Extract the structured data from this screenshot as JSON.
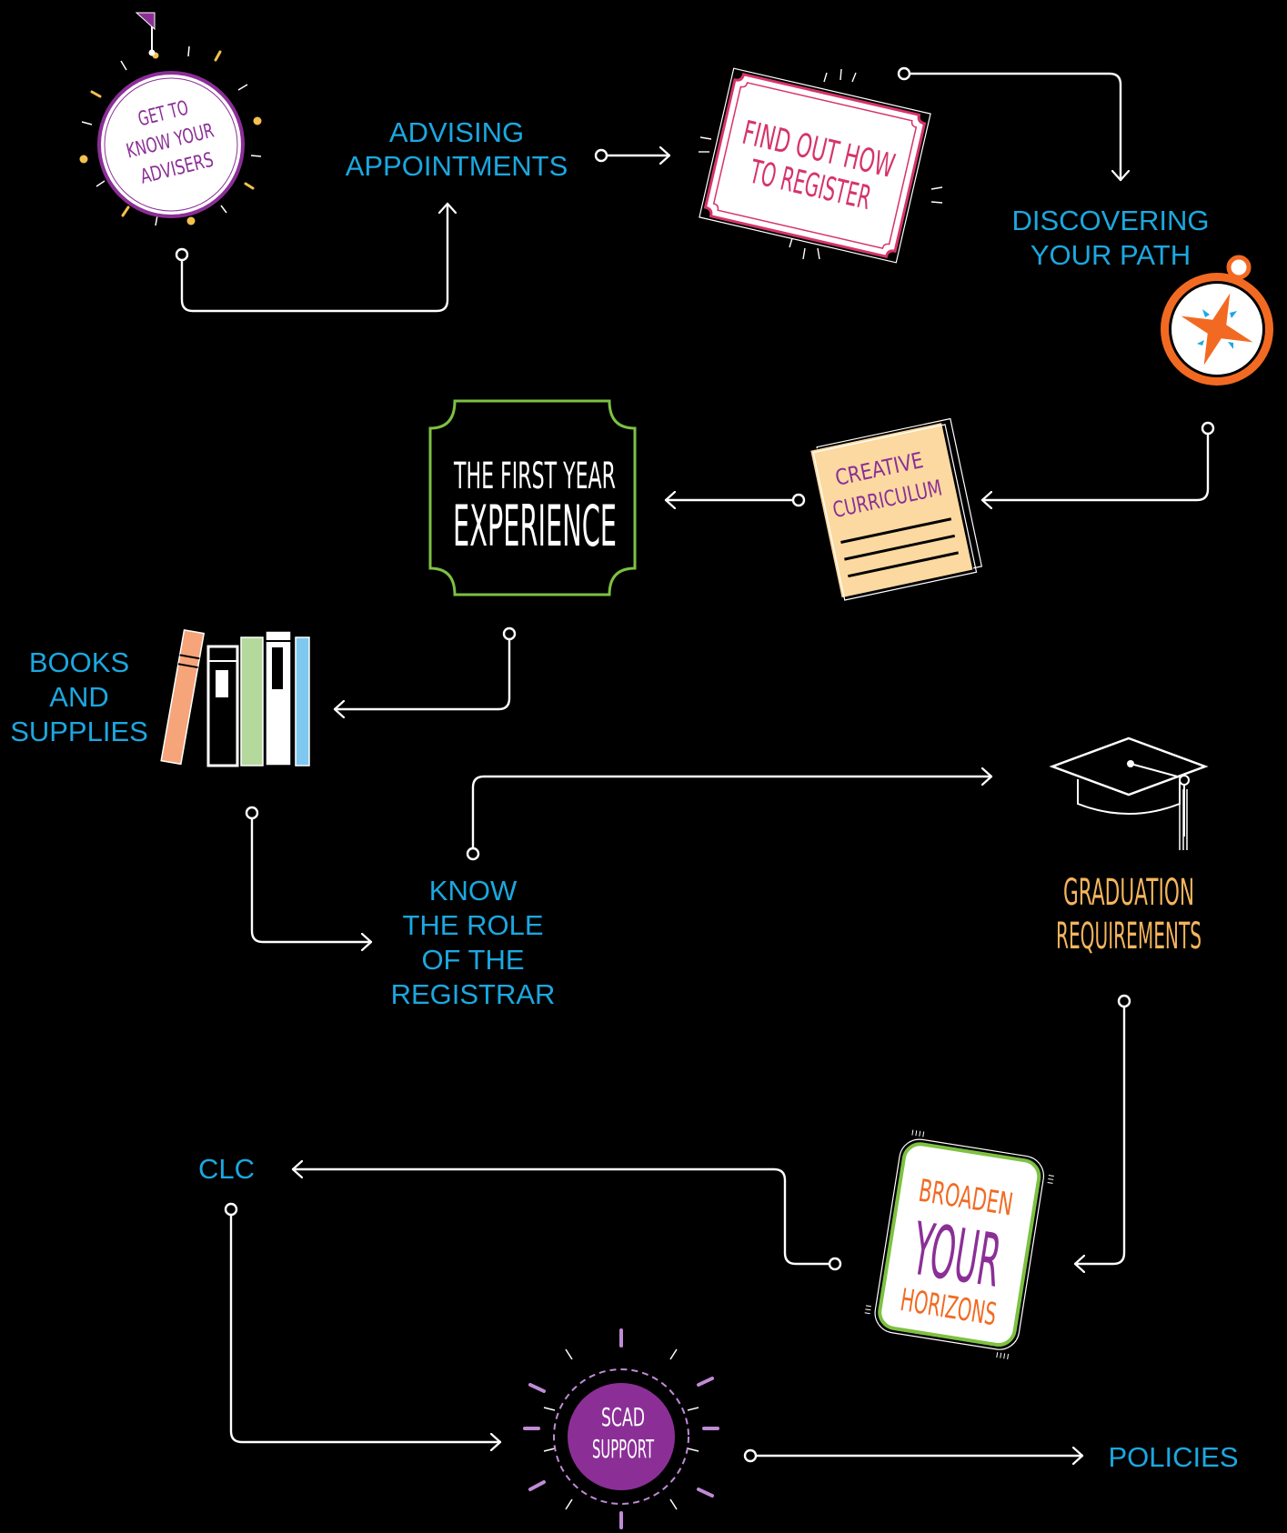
{
  "colors": {
    "background": "#000000",
    "link_blue": "#1ba8e0",
    "connector": "#ffffff",
    "purple": "#8b2f97",
    "pink": "#d6336c",
    "orange": "#f26a22",
    "yellow": "#f2c14e",
    "green": "#7dc142",
    "peach": "#f6a47a",
    "gold": "#f5b55c",
    "cream": "#fbd9a0"
  },
  "nodes": {
    "advisers": {
      "icon": "sunburst-flag-icon",
      "lines": [
        "GET TO",
        "KNOW YOUR",
        "ADVISERS"
      ]
    },
    "advising": {
      "lines": [
        "ADVISING",
        "APPOINTMENTS"
      ]
    },
    "register": {
      "icon": "ticket-card-icon",
      "lines": [
        "FIND OUT HOW",
        "TO REGISTER"
      ]
    },
    "path": {
      "icon": "compass-icon",
      "lines": [
        "DISCOVERING",
        "YOUR PATH"
      ]
    },
    "curriculum": {
      "icon": "notepad-icon",
      "lines": [
        "CREATIVE",
        "CURRICULUM"
      ]
    },
    "first_year": {
      "icon": "framed-badge-icon",
      "lines": [
        "THE FIRST YEAR",
        "EXPERIENCE"
      ]
    },
    "books": {
      "icon": "books-icon",
      "lines": [
        "BOOKS",
        "AND",
        "SUPPLIES"
      ]
    },
    "registrar": {
      "lines": [
        "KNOW",
        "THE ROLE",
        "OF THE",
        "REGISTRAR"
      ]
    },
    "graduation": {
      "icon": "graduation-cap-icon",
      "lines": [
        "GRADUATION",
        "REQUIREMENTS"
      ]
    },
    "horizons": {
      "icon": "stamp-card-icon",
      "lines": [
        "BROADEN",
        "YOUR",
        "HORIZONS"
      ]
    },
    "clc": {
      "lines": [
        "CLC"
      ]
    },
    "support": {
      "icon": "sunburst-badge-icon",
      "lines": [
        "SCAD",
        "SUPPORT"
      ]
    },
    "policies": {
      "lines": [
        "POLICIES"
      ]
    }
  }
}
